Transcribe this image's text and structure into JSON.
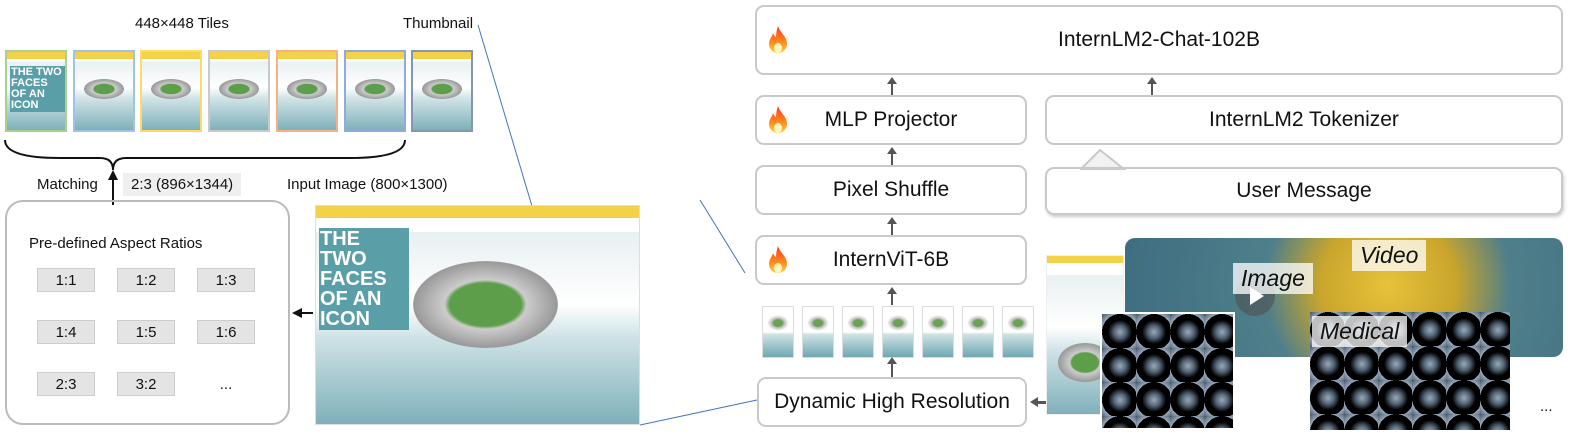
{
  "left": {
    "tiles_label": "448×448 Tiles",
    "thumbnail_label": "Thumbnail",
    "matching_label": "Matching",
    "matched_ratio": "2:3 (896×1344)",
    "input_image_label": "Input Image (800×1300)",
    "tile_border_colors": [
      "#a9d18e",
      "#9dc3e6",
      "#ffd966",
      "#c9c9c9",
      "#f4b183",
      "#8faadc",
      "#8497b0"
    ],
    "tile_text": "THE TWO FACES OF AN ICON",
    "aspect_ratios": {
      "title": "Pre-defined Aspect Ratios",
      "items": [
        "1:1",
        "1:2",
        "1:3",
        "1:4",
        "1:5",
        "1:6",
        "2:3",
        "3:2",
        "..."
      ]
    }
  },
  "right": {
    "llm": {
      "label": "InternLM2-Chat-102B",
      "color": "#e2efd9",
      "icon": "fire-icon"
    },
    "projector": {
      "label": "MLP Projector",
      "color": "#fbe5d6",
      "icon": "fire-icon"
    },
    "tokenizer": {
      "label": "InternLM2 Tokenizer",
      "color": "#fff2cc"
    },
    "pixel_shuffle": {
      "label": "Pixel Shuffle",
      "color": "#f2f2f2"
    },
    "user_message": {
      "label": "User Message",
      "color": "#f2f2f2"
    },
    "vit": {
      "label": "InternViT-6B",
      "color": "#deebf7",
      "icon": "fire-icon"
    },
    "dynamic": {
      "label": "Dynamic High Resolution",
      "color": "#f2f2f2"
    },
    "media": {
      "image": "Image",
      "video": "Video",
      "medical": "Medical",
      "more": "..."
    }
  }
}
